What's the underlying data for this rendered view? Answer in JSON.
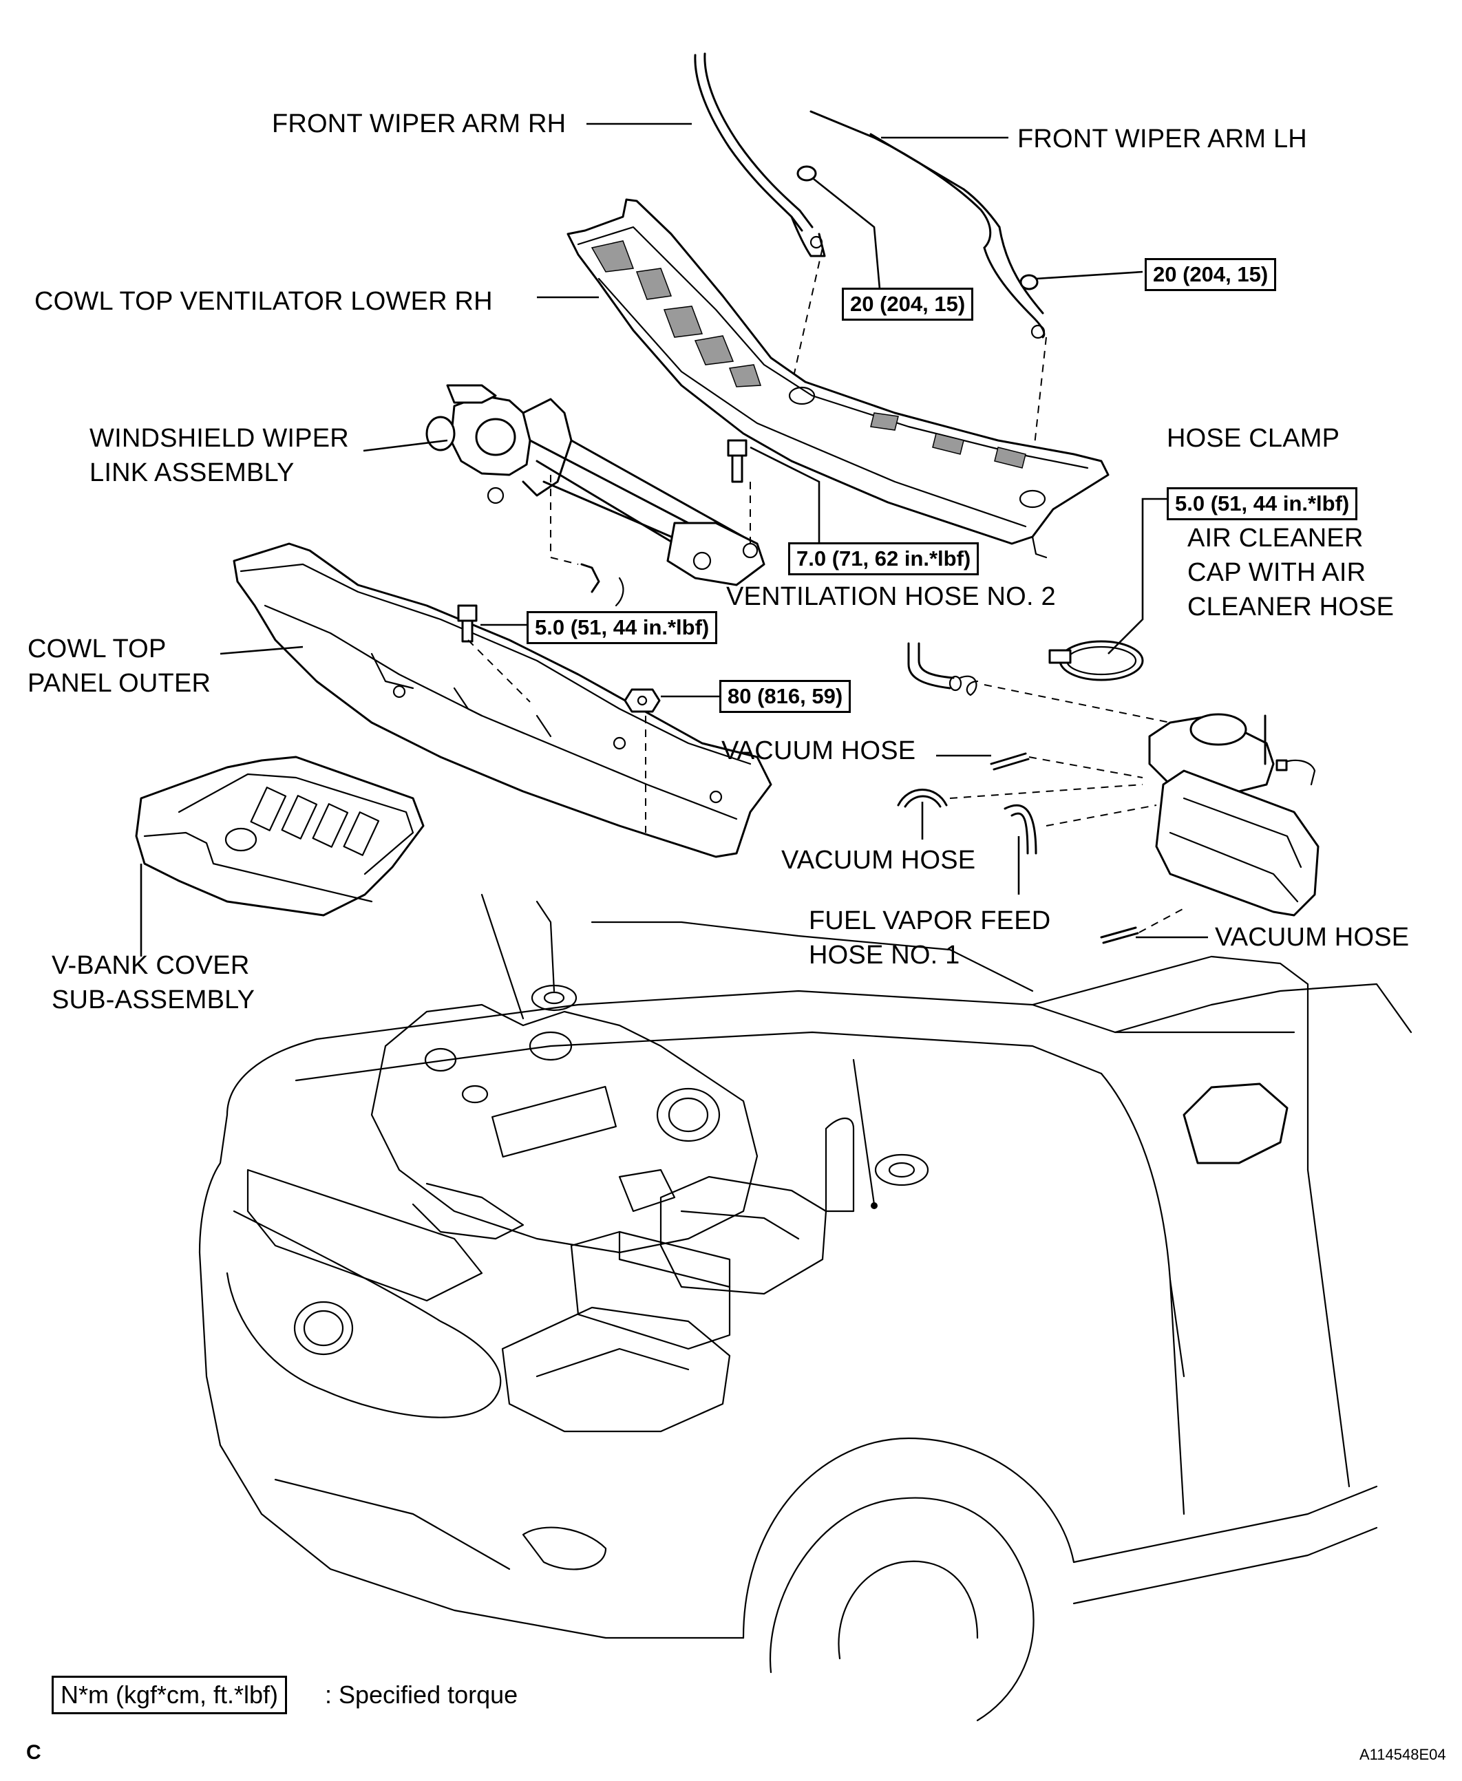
{
  "labels": {
    "front_wiper_arm_rh": "FRONT WIPER ARM RH",
    "front_wiper_arm_lh": "FRONT WIPER ARM LH",
    "cowl_top_ventilator_lower_rh": "COWL TOP VENTILATOR LOWER RH",
    "windshield_wiper_link_line1": "WINDSHIELD WIPER",
    "windshield_wiper_link_line2": "LINK ASSEMBLY",
    "hose_clamp": "HOSE CLAMP",
    "air_cleaner_line1": "AIR CLEANER",
    "air_cleaner_line2": "CAP WITH AIR",
    "air_cleaner_line3": "CLEANER HOSE",
    "ventilation_hose_no2": "VENTILATION HOSE NO. 2",
    "cowl_top_panel_outer_line1": "COWL TOP",
    "cowl_top_panel_outer_line2": "PANEL OUTER",
    "vacuum_hose_upper": "VACUUM HOSE",
    "vacuum_hose_middle": "VACUUM HOSE",
    "vacuum_hose_right": "VACUUM HOSE",
    "fuel_vapor_line1": "FUEL VAPOR FEED",
    "fuel_vapor_line2": "HOSE NO. 1",
    "v_bank_cover_line1": "V-BANK COVER",
    "v_bank_cover_line2": "SUB-ASSEMBLY"
  },
  "torques": {
    "wiper_arm_rh_nut": "20 (204, 15)",
    "wiper_arm_lh_nut": "20 (204, 15)",
    "wiper_link_bolt": "7.0 (71, 62 in.*lbf)",
    "hose_clamp": "5.0 (51, 44 in.*lbf)",
    "cowl_panel_bolt": "5.0 (51, 44 in.*lbf)",
    "cowl_panel_nut": "80 (816, 59)"
  },
  "legend": {
    "unit_box": "N*m (kgf*cm, ft.*lbf)",
    "description": ": Specified torque"
  },
  "footer": {
    "section_letter": "C",
    "figure_id": "A114548E04"
  }
}
